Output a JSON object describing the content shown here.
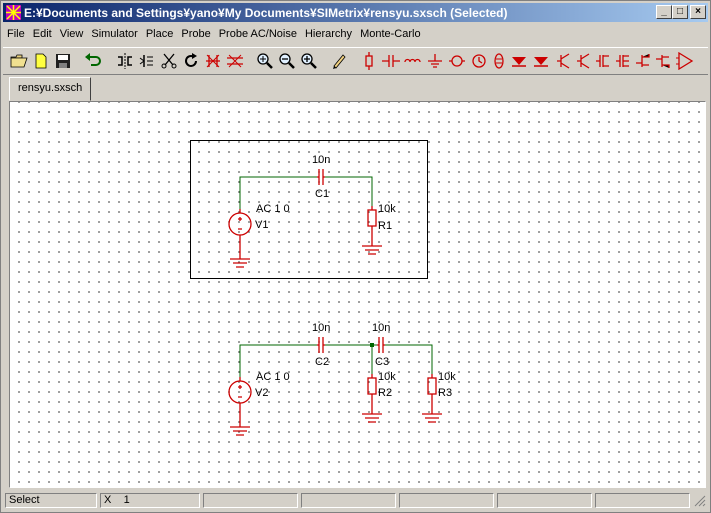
{
  "window": {
    "title": "E:¥Documents and Settings¥yano¥My Documents¥SIMetrix¥rensyu.sxsch (Selected)",
    "controls": {
      "minimize": "_",
      "maximize": "□",
      "close": "×"
    }
  },
  "menu": [
    {
      "label": "File"
    },
    {
      "label": "Edit"
    },
    {
      "label": "View"
    },
    {
      "label": "Simulator"
    },
    {
      "label": "Place"
    },
    {
      "label": "Probe"
    },
    {
      "label": "Probe AC/Noise"
    },
    {
      "label": "Hierarchy"
    },
    {
      "label": "Monte-Carlo"
    }
  ],
  "toolbar_icons": [
    "open-folder-icon",
    "new-file-icon",
    "save-icon",
    "undo-icon",
    "mirror-icon",
    "flip-icon",
    "cut-icon",
    "rotate-icon",
    "delete-wire-icon",
    "delete-icon",
    "zoom-fit-icon",
    "zoom-out-icon",
    "zoom-in-icon",
    "pencil-icon",
    "resistor-icon",
    "capacitor-icon",
    "inductor-icon",
    "ground-icon",
    "voltage-source-icon",
    "current-source-icon",
    "diode-icon",
    "zener-icon",
    "npn-icon",
    "pnp-icon",
    "nmos-icon",
    "pmos-icon",
    "opamp-icon"
  ],
  "tab": {
    "label": "rensyu.sxsch"
  },
  "schematic": {
    "circuit1": {
      "capacitor": {
        "value": "10n",
        "ref": "C1"
      },
      "resistor": {
        "value": "10k",
        "ref": "R1"
      },
      "source": {
        "value": "AC 1 0",
        "ref": "V1"
      }
    },
    "circuit2": {
      "capacitor_a": {
        "value": "10n",
        "ref": "C2"
      },
      "capacitor_b": {
        "value": "10n",
        "ref": "C3"
      },
      "resistor_a": {
        "value": "10k",
        "ref": "R2"
      },
      "resistor_b": {
        "value": "10k",
        "ref": "R3"
      },
      "source": {
        "value": "AC 1 0",
        "ref": "V2"
      }
    },
    "colors": {
      "component": "#cc0000",
      "wire": "#006600"
    }
  },
  "status": {
    "mode": "Select",
    "x_label": "X",
    "x_value": "1"
  }
}
